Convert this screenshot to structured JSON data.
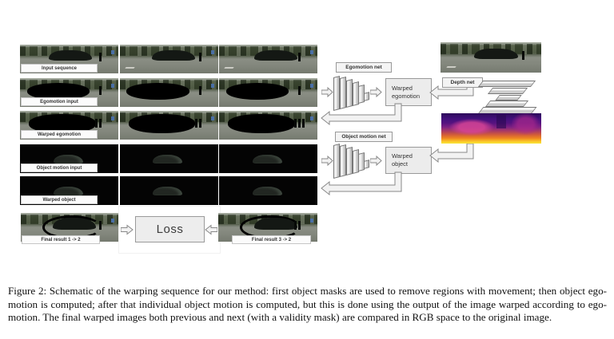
{
  "figure": {
    "rows": [
      {
        "label": "Input sequence"
      },
      {
        "label": "Egomotion input"
      },
      {
        "label": "Warped egomotion"
      },
      {
        "label": "Object motion input"
      },
      {
        "label": "Warped object"
      }
    ],
    "final": {
      "left_label": "Final result 1 -> 2",
      "loss": "Loss",
      "right_label": "Final result 3 -> 2"
    },
    "nets": {
      "egomotion": "Egomotion net",
      "object_motion": "Object motion net",
      "depth": "Depth net"
    },
    "boxes": {
      "warped_egomotion": "Warped egomotion",
      "warped_object": "Warped object"
    },
    "colors": {
      "box_fill": "#ececec",
      "box_border": "#999999",
      "arrow_fill": "#f2f2f2",
      "arrow_stroke": "#888888",
      "depth_map_top": "#2d0b59",
      "depth_map_mid": "#a83a66",
      "depth_map_bottom": "#f9e83b"
    }
  },
  "caption": {
    "text": "Figure 2: Schematic of the warping sequence for our method: first object masks are used to remove regions with movement; then object ego-motion is computed; after that individual object motion is computed, but this is done using the output of the image warped according to ego-motion. The final warped images both previous and next (with a validity mask) are compared in RGB space to the original image."
  }
}
